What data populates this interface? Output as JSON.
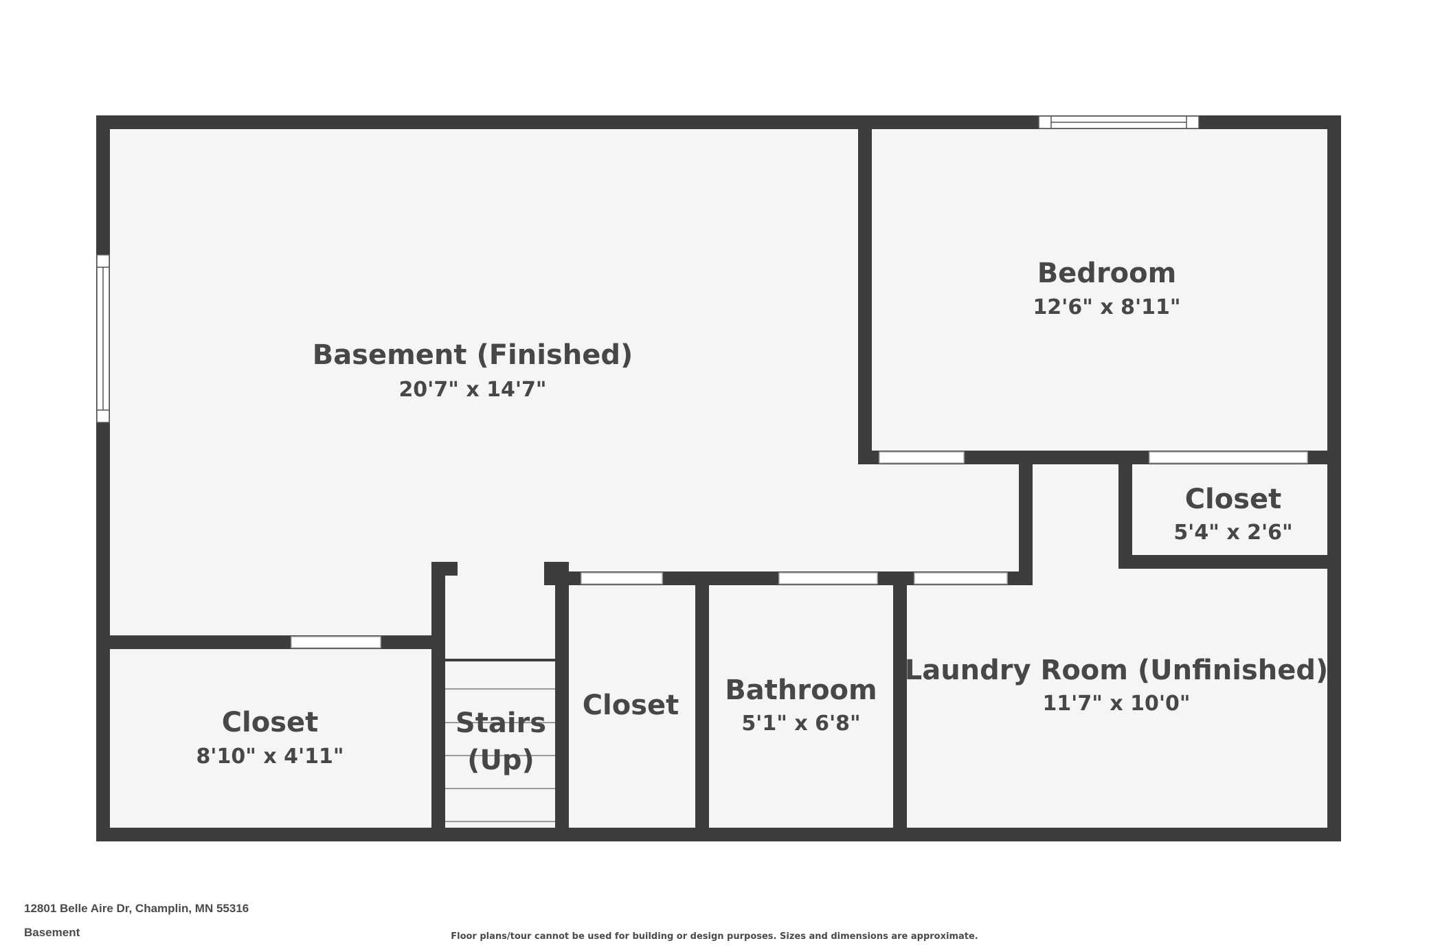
{
  "rooms": {
    "basement": {
      "name": "Basement (Finished)",
      "dims": "20'7\" x 14'7\""
    },
    "bedroom": {
      "name": "Bedroom",
      "dims": "12'6\" x 8'11\""
    },
    "closet_right": {
      "name": "Closet",
      "dims": "5'4\" x 2'6\""
    },
    "laundry": {
      "name": "Laundry Room (Unfinished)",
      "dims": "11'7\" x 10'0\""
    },
    "bathroom": {
      "name": "Bathroom",
      "dims": "5'1\" x 6'8\""
    },
    "closet_middle": {
      "name": "Closet"
    },
    "stairs": {
      "line1": "Stairs",
      "line2": "(Up)"
    },
    "closet_left": {
      "name": "Closet",
      "dims": "8'10\" x 4'11\""
    }
  },
  "footer": {
    "address": "12801 Belle Aire Dr, Champlin, MN 55316",
    "level": "Basement",
    "disclaimer": "Floor plans/tour cannot be used for building or design purposes. Sizes and dimensions are approximate."
  },
  "colors": {
    "wall": "#3d3d3d",
    "floor": "#f5f5f5",
    "text": "#474747"
  }
}
